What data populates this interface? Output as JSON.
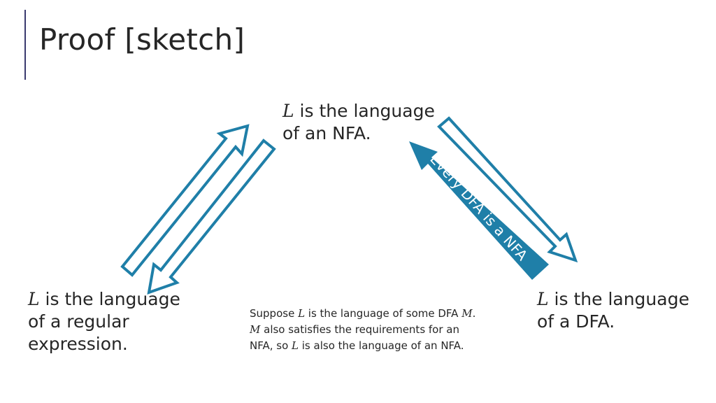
{
  "slide": {
    "title": "Proof [sketch]"
  },
  "nodes": {
    "nfa": {
      "var": "L",
      "line1": " is the language",
      "line2": "of an NFA."
    },
    "regex": {
      "var": "L",
      "line1": " is the language",
      "line2": "of a regular",
      "line3": "expression."
    },
    "dfa": {
      "var": "L",
      "line1": " is the language",
      "line2": "of a DFA."
    }
  },
  "arrow_label": "Every DFA is a NFA",
  "note": {
    "p1": "Suppose ",
    "v1": "L",
    "p2": " is the language of some DFA ",
    "v2": "M",
    "p3": ".",
    "v3": "M",
    "p4": " also satisfies the requirements for an",
    "p5": "NFA, so ",
    "v4": "L",
    "p6": " is also the language of an NFA."
  },
  "colors": {
    "arrow": "#1f7fa8",
    "title_rule": "#3a3a6e"
  }
}
